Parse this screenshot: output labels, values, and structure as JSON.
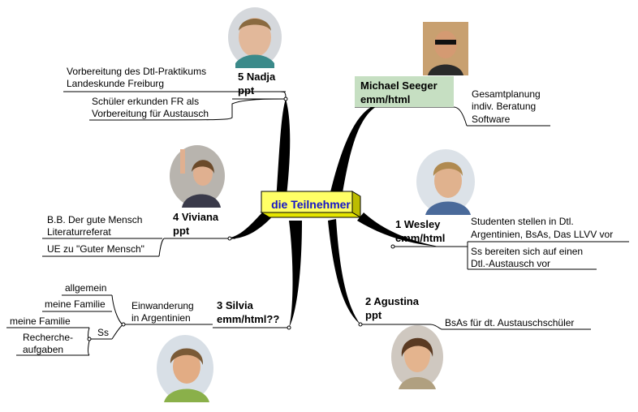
{
  "center": {
    "label": "die Teilnehmer"
  },
  "nadja": {
    "name": "5 Nadja",
    "tool": "ppt",
    "notes": [
      "Vorbereitung des Dtl-Praktikums",
      "Landeskunde Freiburg",
      "Schüler erkunden FR als",
      "Vorbereitung für Austausch"
    ]
  },
  "seeger": {
    "name": "Michael Seeger",
    "tool": "emm/html",
    "notes": [
      "Gesamtplanung",
      "indiv. Beratung",
      "Software"
    ]
  },
  "viviana": {
    "name": "4 Viviana",
    "tool": "ppt",
    "notes": [
      "B.B. Der gute Mensch",
      "Literaturreferat",
      "UE zu \"Guter Mensch\""
    ]
  },
  "wesley": {
    "name": "1 Wesley",
    "tool": "emm/html",
    "notes": [
      "Studenten stellen in Dtl.",
      "Argentinien, BsAs, Das LLVV vor",
      "Ss bereiten sich auf einen",
      "Dtl.-Austausch vor"
    ]
  },
  "silvia": {
    "name": "3 Silvia",
    "tool": "emm/html??",
    "branch": [
      "Einwanderung",
      "in Argentinien"
    ],
    "sub1": [
      "allgemein",
      "meine Familie"
    ],
    "ss": "Ss",
    "sub2": [
      "meine Familie",
      "Recherche-",
      "aufgaben"
    ]
  },
  "agustina": {
    "name": "2 Agustina",
    "tool": "ppt",
    "notes": [
      "BsAs für dt. Austauschschüler"
    ]
  },
  "colors": {
    "center_text": "#1414c8",
    "center_box": "#ffff66",
    "seeger_box": "#c6dfc2",
    "lines": "#000000"
  }
}
